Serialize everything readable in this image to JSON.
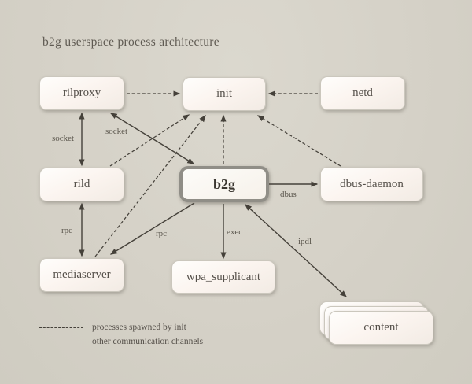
{
  "title": "b2g userspace process architecture",
  "nodes": {
    "rilproxy": {
      "label": "rilproxy"
    },
    "init": {
      "label": "init"
    },
    "netd": {
      "label": "netd"
    },
    "rild": {
      "label": "rild"
    },
    "b2g": {
      "label": "b2g"
    },
    "dbus_daemon": {
      "label": "dbus-daemon"
    },
    "mediaserver": {
      "label": "mediaserver"
    },
    "wpa_supplicant": {
      "label": "wpa_supplicant"
    },
    "content": {
      "label": "content"
    }
  },
  "edge_labels": {
    "socket_rilproxy_rild": "socket",
    "socket_rilproxy_b2g": "socket",
    "rpc_rild_mediaserver": "rpc",
    "rpc_b2g_mediaserver": "rpc",
    "exec_b2g_wpa_supplicant": "exec",
    "dbus_b2g_dbus_daemon": "dbus",
    "ipdl_b2g_content": "ipdl"
  },
  "edges": [
    {
      "from": "rilproxy",
      "to": "init",
      "type": "dashed"
    },
    {
      "from": "netd",
      "to": "init",
      "type": "dashed"
    },
    {
      "from": "rild",
      "to": "init",
      "type": "dashed"
    },
    {
      "from": "mediaserver",
      "to": "init",
      "type": "dashed"
    },
    {
      "from": "b2g",
      "to": "init",
      "type": "dashed"
    },
    {
      "from": "dbus-daemon",
      "to": "init",
      "type": "dashed"
    },
    {
      "from": "rilproxy",
      "to": "rild",
      "type": "solid",
      "label": "socket",
      "bidirectional": true
    },
    {
      "from": "rilproxy",
      "to": "b2g",
      "type": "solid",
      "label": "socket",
      "bidirectional": true
    },
    {
      "from": "rild",
      "to": "mediaserver",
      "type": "solid",
      "label": "rpc",
      "bidirectional": true
    },
    {
      "from": "b2g",
      "to": "mediaserver",
      "type": "solid",
      "label": "rpc",
      "bidirectional": false
    },
    {
      "from": "b2g",
      "to": "wpa_supplicant",
      "type": "solid",
      "label": "exec",
      "bidirectional": false
    },
    {
      "from": "b2g",
      "to": "dbus-daemon",
      "type": "solid",
      "label": "dbus",
      "bidirectional": false
    },
    {
      "from": "b2g",
      "to": "content",
      "type": "solid",
      "label": "ipdl",
      "bidirectional": true
    }
  ],
  "legend": {
    "dashed_label": "processes spawned by init",
    "solid_label": "other communication channels"
  },
  "colors": {
    "background": "#d5d1c7",
    "box_fill": "#faf4ee",
    "box_border": "#cbc7bd",
    "b2g_border": "#908e87",
    "arrow": "#45413a",
    "text": "#55504a"
  }
}
